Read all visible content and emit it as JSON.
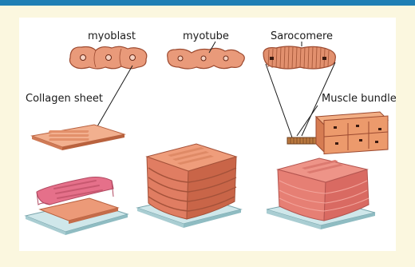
{
  "labels": {
    "myoblast": "myoblast",
    "myotube": "myotube",
    "sarcomere": "Sarocomere",
    "collagen_sheet": "Collagen sheet",
    "muscle_bundle": "Muscle bundle"
  },
  "colors": {
    "accent_bar": "#1f7fb4",
    "background": "#fbf7df",
    "panel": "#ffffff",
    "cell_fill": "#e99a7a",
    "cell_stroke": "#9c4a30",
    "sheet_fill": "#ec9a78",
    "muscle_fill": "#e88378",
    "base_fill": "#cfe7ea"
  }
}
